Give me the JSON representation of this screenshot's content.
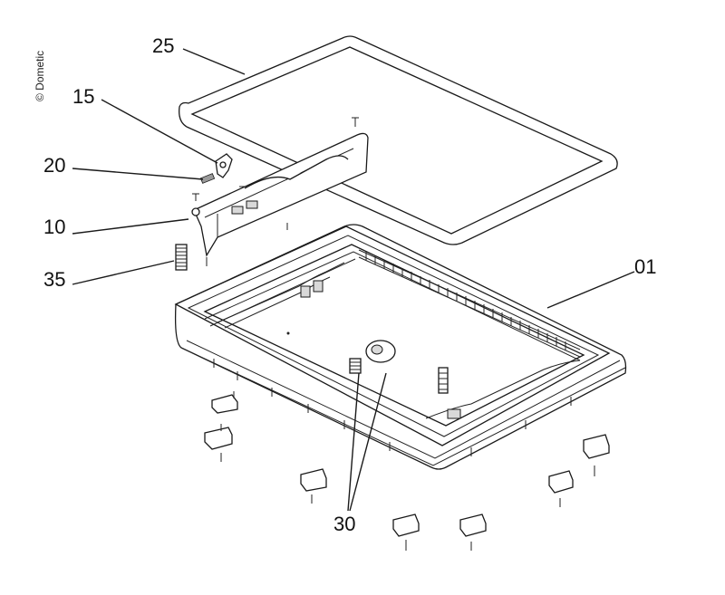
{
  "copyright": "© Dometic",
  "callouts": {
    "c25": "25",
    "c15": "15",
    "c20": "20",
    "c10": "10",
    "c35": "35",
    "c01": "01",
    "c30": "30"
  }
}
